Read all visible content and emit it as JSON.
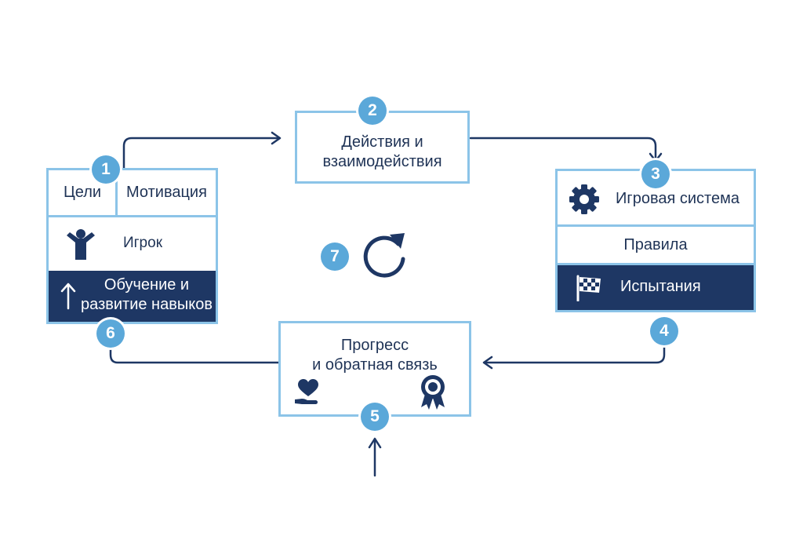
{
  "badges": [
    "1",
    "2",
    "3",
    "4",
    "5",
    "6",
    "7"
  ],
  "player_box": {
    "goals": "Цели",
    "motivation": "Мотивация",
    "player": "Игрок",
    "learning_line1": "Обучение и",
    "learning_line2": "развитие навыков"
  },
  "actions_box": {
    "line1": "Действия и",
    "line2": "взаимодействия"
  },
  "system_box": {
    "system": "Игровая система",
    "rules": "Правила",
    "challenges": "Испытания"
  },
  "progress_box": {
    "line1": "Прогресс",
    "line2": "и обратная связь"
  },
  "colors": {
    "navy": "#1e3764",
    "badge": "#5ba8d9",
    "border": "#8cc4e8"
  },
  "icons": [
    "person-icon",
    "arrow-up-icon",
    "gear-icon",
    "checkered-flag-icon",
    "heart-hand-icon",
    "award-ribbon-icon",
    "refresh-icon"
  ]
}
